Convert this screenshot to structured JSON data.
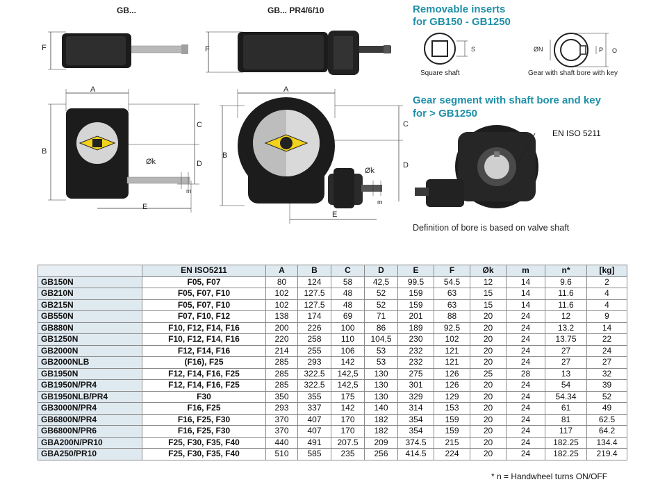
{
  "drawings": {
    "left_title": "GB...",
    "right_title": "GB... PR4/6/10",
    "dims": {
      "a": "A",
      "b": "B",
      "c": "C",
      "d": "D",
      "e": "E",
      "f": "F",
      "k": "Øk",
      "m": "m"
    }
  },
  "inserts": {
    "title_line1": "Removable inserts",
    "title_line2": "for GB150 - GB1250",
    "square_caption": "Square shaft",
    "square_dim": "S",
    "bore_caption": "Gear with shaft bore with key",
    "bore_dims": {
      "n": "ØN",
      "p": "P",
      "o": "O"
    }
  },
  "segment": {
    "title_line1": "Gear segment with shaft bore and key",
    "title_line2": "for > GB1250",
    "standard_label": "EN ISO 5211",
    "note": "Definition of bore is based on valve shaft"
  },
  "table": {
    "headers": [
      "",
      "EN ISO5211",
      "A",
      "B",
      "C",
      "D",
      "E",
      "F",
      "Øk",
      "m",
      "n*",
      "[kg]"
    ],
    "rows": [
      [
        "GB150N",
        "F05, F07",
        "80",
        "124",
        "58",
        "42,5",
        "99.5",
        "54.5",
        "12",
        "14",
        "9.6",
        "2"
      ],
      [
        "GB210N",
        "F05, F07, F10",
        "102",
        "127.5",
        "48",
        "52",
        "159",
        "63",
        "15",
        "14",
        "11.6",
        "4"
      ],
      [
        "GB215N",
        "F05, F07, F10",
        "102",
        "127.5",
        "48",
        "52",
        "159",
        "63",
        "15",
        "14",
        "11.6",
        "4"
      ],
      [
        "GB550N",
        "F07, F10, F12",
        "138",
        "174",
        "69",
        "71",
        "201",
        "88",
        "20",
        "24",
        "12",
        "9"
      ],
      [
        "GB880N",
        "F10, F12, F14, F16",
        "200",
        "226",
        "100",
        "86",
        "189",
        "92.5",
        "20",
        "24",
        "13.2",
        "14"
      ],
      [
        "GB1250N",
        "F10, F12, F14, F16",
        "220",
        "258",
        "110",
        "104,5",
        "230",
        "102",
        "20",
        "24",
        "13.75",
        "22"
      ],
      [
        "GB2000N",
        "F12, F14, F16",
        "214",
        "255",
        "106",
        "53",
        "232",
        "121",
        "20",
        "24",
        "27",
        "24"
      ],
      [
        "GB2000NLB",
        "(F16), F25",
        "285",
        "293",
        "142",
        "53",
        "232",
        "121",
        "20",
        "24",
        "27",
        "27"
      ],
      [
        "GB1950N",
        "F12, F14, F16, F25",
        "285",
        "322.5",
        "142,5",
        "130",
        "275",
        "126",
        "25",
        "28",
        "13",
        "32"
      ],
      [
        "GB1950N/PR4",
        "F12, F14, F16, F25",
        "285",
        "322.5",
        "142,5",
        "130",
        "301",
        "126",
        "20",
        "24",
        "54",
        "39"
      ],
      [
        "GB1950NLB/PR4",
        "F30",
        "350",
        "355",
        "175",
        "130",
        "329",
        "129",
        "20",
        "24",
        "54.34",
        "52"
      ],
      [
        "GB3000N/PR4",
        "F16, F25",
        "293",
        "337",
        "142",
        "140",
        "314",
        "153",
        "20",
        "24",
        "61",
        "49"
      ],
      [
        "GB6800N/PR4",
        "F16, F25, F30",
        "370",
        "407",
        "170",
        "182",
        "354",
        "159",
        "20",
        "24",
        "81",
        "62.5"
      ],
      [
        "GB6800N/PR6",
        "F16, F25, F30",
        "370",
        "407",
        "170",
        "182",
        "354",
        "159",
        "20",
        "24",
        "117",
        "64.2"
      ],
      [
        "GBA200N/PR10",
        "F25, F30, F35, F40",
        "440",
        "491",
        "207.5",
        "209",
        "374.5",
        "215",
        "20",
        "24",
        "182.25",
        "134.4"
      ],
      [
        "GBA250/PR10",
        "F25, F30, F35, F40",
        "510",
        "585",
        "235",
        "256",
        "414.5",
        "224",
        "20",
        "24",
        "182.25",
        "219.4"
      ]
    ],
    "footnote": "* n = Handwheel turns ON/OFF"
  },
  "colors": {
    "accent": "#1f8fa8",
    "header_bg": "#dfe9f0",
    "body": "#1a1a1a",
    "indicator": "#f2d21a"
  }
}
